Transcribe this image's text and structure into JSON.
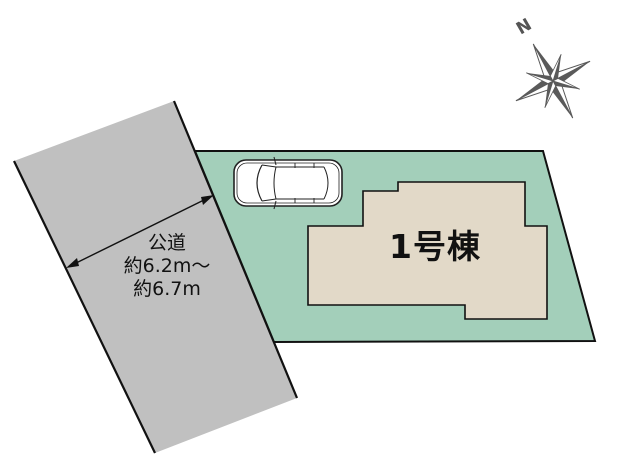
{
  "road": {
    "label": "公道",
    "width_line1": "約6.2m～",
    "width_line2": "約6.7m",
    "fill_color": "#c0c0c0"
  },
  "lot": {
    "fill_color": "#a3cfba"
  },
  "building": {
    "label": "1号棟",
    "fill_color": "#e2d9c8"
  },
  "parking": {
    "icon": "car-icon"
  },
  "compass": {
    "north_label": "N",
    "icon": "compass-rose-icon",
    "color": "#5a5a5a"
  },
  "outline_color": "#111111"
}
